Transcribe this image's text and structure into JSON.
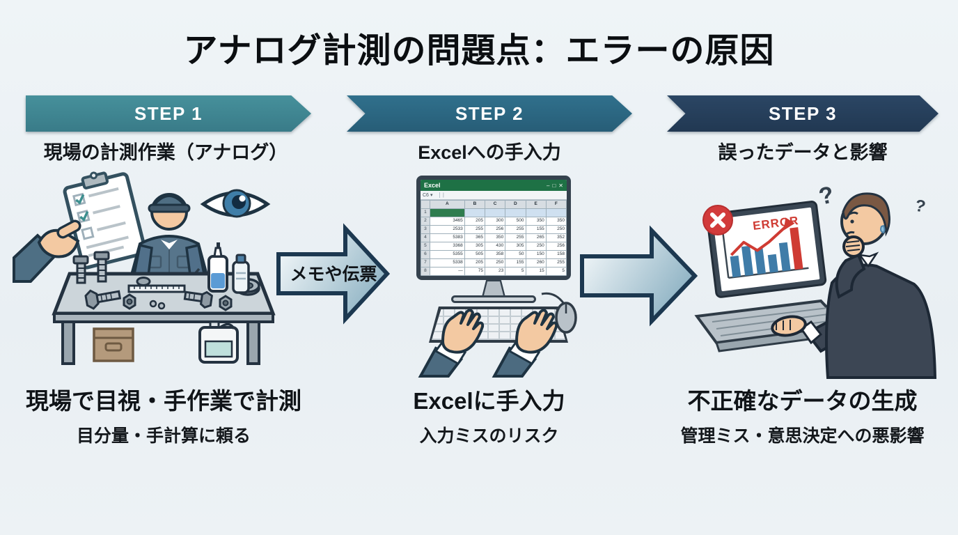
{
  "title": "アナログ計測の問題点：エラーの原因",
  "steps": [
    {
      "banner": "STEP 1",
      "heading": "現場の計測作業（アナログ）",
      "caption": "現場で目視・手作業で計測",
      "subcaption": "目分量・手計算に頼る",
      "banner_color": "#3f828e"
    },
    {
      "banner": "STEP 2",
      "heading": "Excelへの手入力",
      "caption": "Excelに手入力",
      "subcaption": "入力ミスのリスク",
      "banner_color": "#2d6a85"
    },
    {
      "banner": "STEP 3",
      "heading": "誤ったデータと影響",
      "caption": "不正確なデータの生成",
      "subcaption": "管理ミス・意思決定への悪影響",
      "banner_color": "#26405e"
    }
  ],
  "transfer_arrow": {
    "label": "メモや伝票"
  },
  "excel": {
    "window_title": "Excel",
    "controls": {
      "minimize": "–",
      "maximize": "□",
      "close": "✕"
    },
    "cell_ref": "C6",
    "ref_caret": "▾",
    "col_headers": [
      "A",
      "B",
      "C",
      "D",
      "E",
      "F"
    ],
    "rows": [
      {
        "n": "1",
        "cells": [
          "",
          "",
          "",
          "",
          "",
          ""
        ]
      },
      {
        "n": "2",
        "cells": [
          "3465",
          "205",
          "300",
          "500",
          "350",
          "350"
        ]
      },
      {
        "n": "3",
        "cells": [
          "2533",
          "255",
          "256",
          "255",
          "155",
          "250"
        ]
      },
      {
        "n": "4",
        "cells": [
          "5383",
          "365",
          "350",
          "255",
          "265",
          "352"
        ]
      },
      {
        "n": "5",
        "cells": [
          "3368",
          "305",
          "430",
          "305",
          "250",
          "256"
        ]
      },
      {
        "n": "6",
        "cells": [
          "5355",
          "505",
          "358",
          "50",
          "150",
          "158"
        ]
      },
      {
        "n": "7",
        "cells": [
          "5338",
          "205",
          "250",
          "155",
          "260",
          "255"
        ]
      },
      {
        "n": "8",
        "cells": [
          "—",
          "75",
          "23",
          "5",
          "15",
          "5"
        ]
      }
    ]
  },
  "error_screen": {
    "label": "ERROR",
    "question_mark": "?",
    "chart": {
      "type": "bar",
      "values": [
        20,
        28,
        24,
        17,
        27,
        40
      ],
      "bar_color": "#3f7ca8",
      "highlight_color": "#cf3b33",
      "trend_color": "#cf3b33"
    }
  },
  "colors": {
    "background": "#edf2f5",
    "banner_text": "#ffffff",
    "text": "#111111",
    "excel_green": "#1e7145",
    "arrow_outline": "#1c3850",
    "arrow_fill_light": "#fbfdfe",
    "arrow_fill_dark": "#93b6c6",
    "error_red": "#d23b3b"
  }
}
